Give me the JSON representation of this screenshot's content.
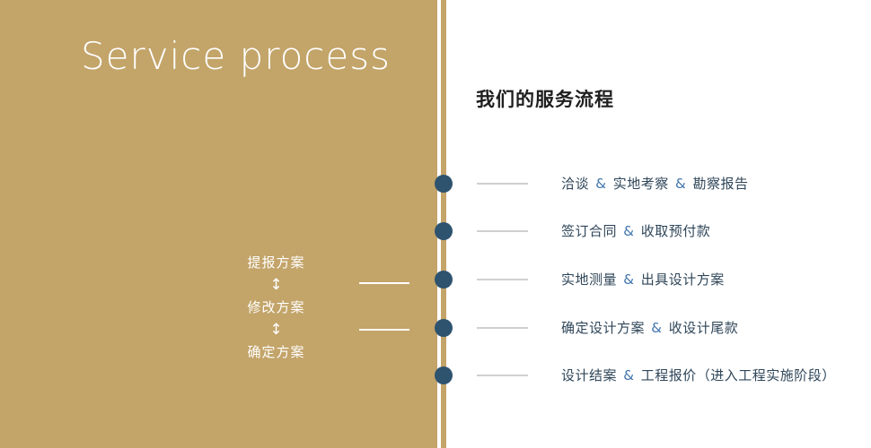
{
  "left_panel": {
    "title": "Service process",
    "flow": {
      "steps": [
        "提报方案",
        "修改方案",
        "确定方案"
      ],
      "arrow_icon": "↕"
    }
  },
  "right_panel": {
    "heading": "我们的服务流程",
    "items": [
      {
        "text": "洽谈 & 实地考察 & 勘察报告"
      },
      {
        "text": "签订合同 & 收取预付款"
      },
      {
        "text": "实地测量 & 出具设计方案"
      },
      {
        "text": "确定设计方案 & 收设计尾款"
      },
      {
        "text": "设计结案 & 工程报价（进入工程实施阶段）"
      }
    ]
  },
  "colors": {
    "gold": "#c3a469",
    "navy_dot": "#2e536f",
    "item_text": "#2f4659",
    "ampersand_blue": "#3f74ad",
    "heading_text": "#1f1f1f",
    "tick_gray": "#d0d0d0"
  }
}
